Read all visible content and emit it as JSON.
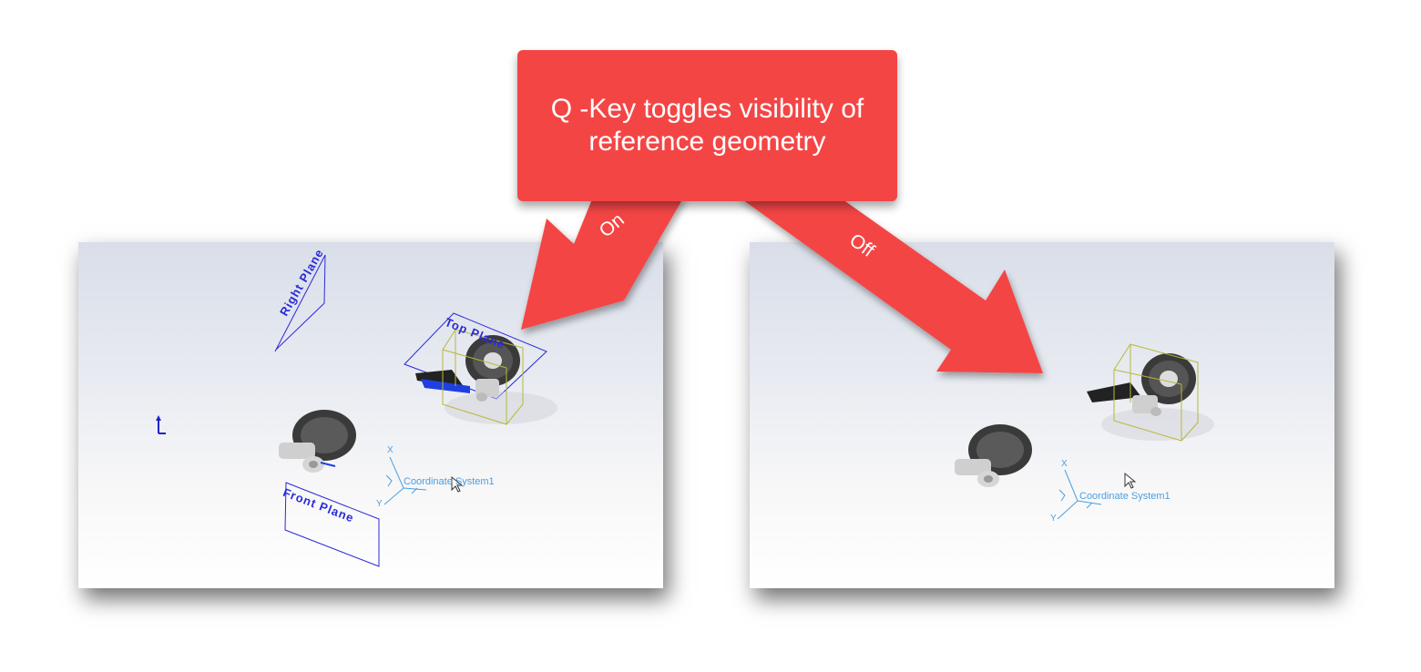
{
  "callout": {
    "text": "Q -Key toggles visibility of reference geometry"
  },
  "arrows": {
    "on_label": "On",
    "off_label": "Off"
  },
  "viewport_on": {
    "right_plane": "Right Plane",
    "top_plane": "Top Plane",
    "front_plane": "Front Plane",
    "coordinate_system": "Coordinate System1",
    "axis_x": "X",
    "axis_y": "Y"
  },
  "viewport_off": {
    "coordinate_system": "Coordinate System1",
    "axis_x": "X",
    "axis_y": "Y"
  },
  "colors": {
    "callout": "#f44545",
    "plane": "#2a2ad8",
    "coordinate_system": "#4a9fe0",
    "bounding_box": "#b8b83a"
  },
  "icons": [
    "fan-unit-icon",
    "bracket-icon",
    "cursor-icon",
    "origin-triad-icon"
  ]
}
